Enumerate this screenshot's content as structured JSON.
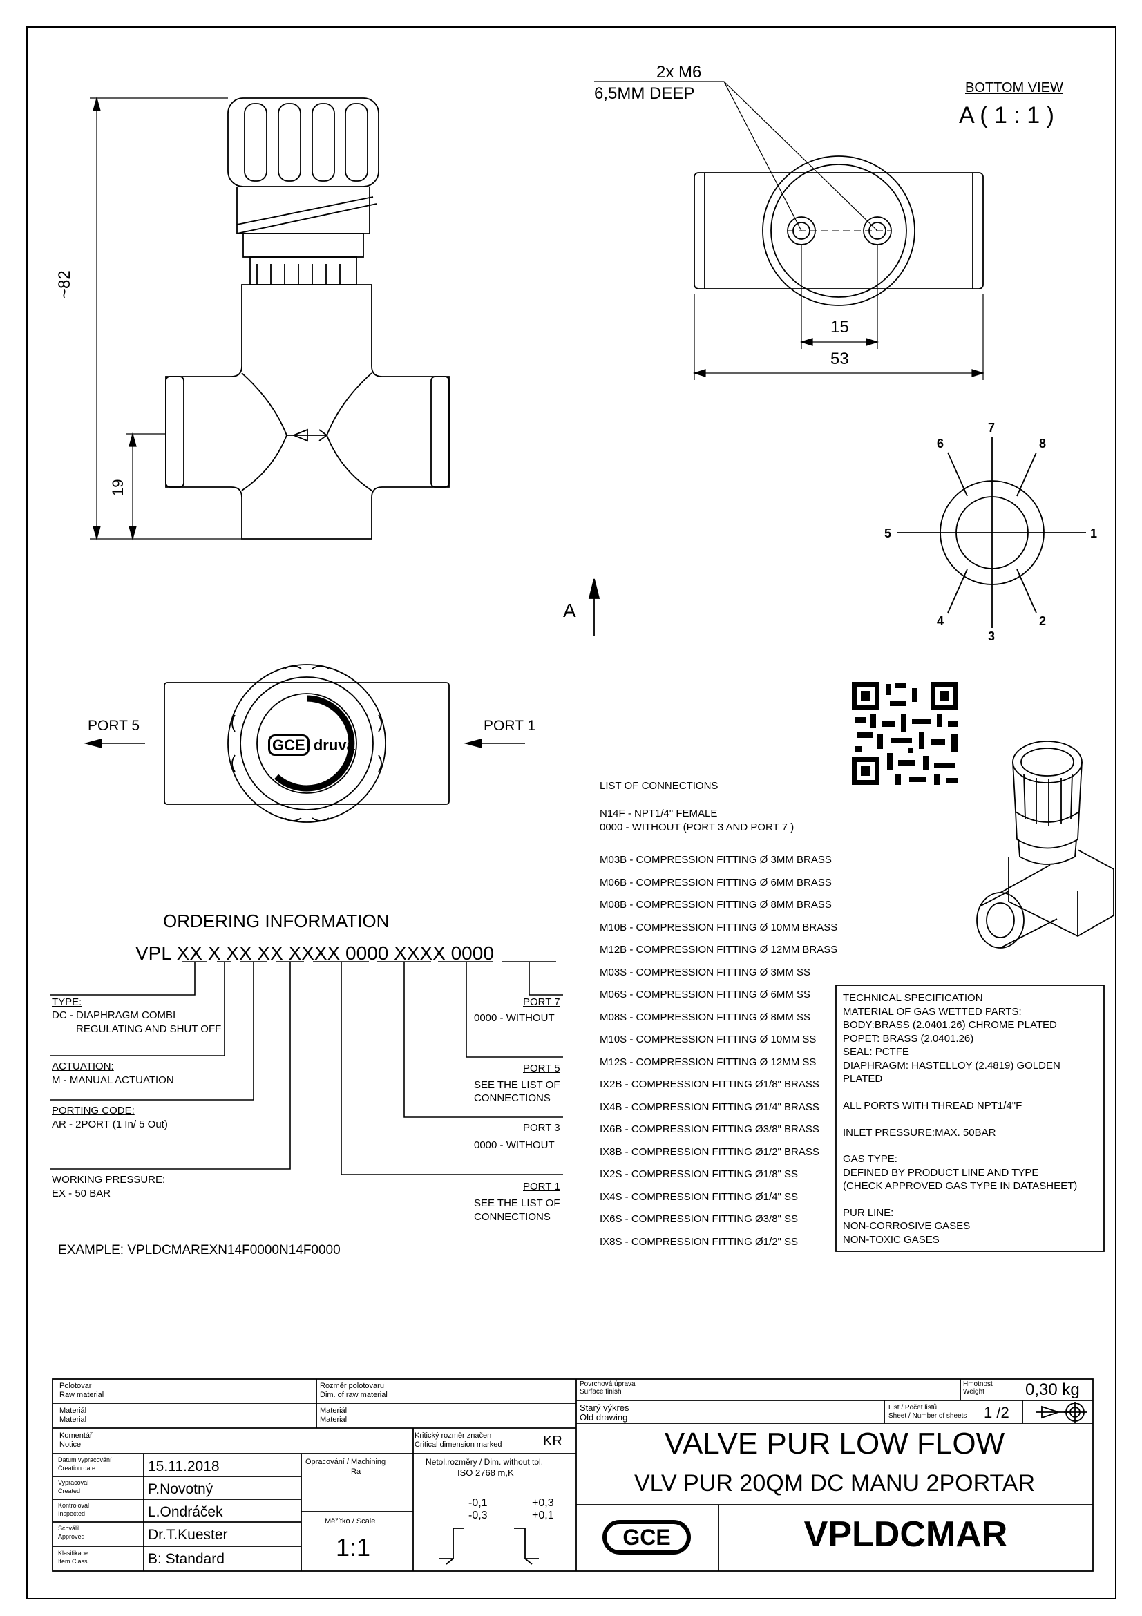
{
  "views": {
    "height_dim": "~82",
    "port_height_dim": "19",
    "thread_note_1": "2x M6",
    "thread_note_2": "6,5MM DEEP",
    "bottom_view_title": "BOTTOM VIEW",
    "bottom_view_scale": "A ( 1 : 1 )",
    "dim_inner": "15",
    "dim_outer": "53",
    "view_arrow": "A",
    "port_left": "PORT 5",
    "port_right": "PORT 1",
    "knob_brand": "druva",
    "ports": [
      "1",
      "2",
      "3",
      "4",
      "5",
      "6",
      "7",
      "8"
    ]
  },
  "ordering": {
    "title": "ORDERING INFORMATION",
    "prefix": "VPL",
    "codes": [
      "XX",
      "X",
      "XX",
      "XX",
      "XXXX",
      "0000",
      "XXXX",
      "0000"
    ],
    "type": {
      "header": "TYPE:",
      "line1": "DC - DIAPHRAGM COMBI",
      "line2": "REGULATING AND SHUT OFF"
    },
    "actuation": {
      "header": "ACTUATION:",
      "line1": "M - MANUAL ACTUATION"
    },
    "porting": {
      "header": "PORTING CODE:",
      "line1": "AR - 2PORT (1 In/ 5 Out)"
    },
    "pressure": {
      "header": "WORKING PRESSURE:",
      "line1": "EX - 50 BAR"
    },
    "port7": {
      "header": "PORT 7",
      "line1": "0000 - WITHOUT"
    },
    "port5": {
      "header": "PORT 5",
      "line1": "SEE THE LIST OF",
      "line2": "CONNECTIONS"
    },
    "port3": {
      "header": "PORT 3",
      "line1": "0000 - WITHOUT"
    },
    "port1": {
      "header": "PORT 1",
      "line1": "SEE THE LIST OF",
      "line2": "CONNECTIONS"
    },
    "example": "EXAMPLE: VPLDCMAREXN14F0000N14F0000"
  },
  "connections": {
    "title": "LIST OF CONNECTIONS",
    "top": [
      "N14F - NPT1/4\" FEMALE",
      "0000 - WITHOUT (PORT 3 AND PORT 7 )"
    ],
    "items": [
      "M03B - COMPRESSION FITTING Ø 3MM BRASS",
      "M06B - COMPRESSION FITTING Ø 6MM BRASS",
      "M08B - COMPRESSION FITTING Ø 8MM BRASS",
      "M10B - COMPRESSION FITTING Ø 10MM BRASS",
      "M12B - COMPRESSION FITTING Ø 12MM BRASS",
      "M03S - COMPRESSION FITTING Ø 3MM SS",
      "M06S - COMPRESSION FITTING Ø 6MM SS",
      "M08S - COMPRESSION FITTING Ø 8MM SS",
      "M10S - COMPRESSION FITTING Ø 10MM SS",
      "M12S - COMPRESSION FITTING Ø 12MM SS",
      "IX2B - COMPRESSION FITTING Ø1/8\" BRASS",
      "IX4B - COMPRESSION FITTING Ø1/4\" BRASS",
      "IX6B - COMPRESSION FITTING Ø3/8\" BRASS",
      "IX8B - COMPRESSION FITTING Ø1/2\" BRASS",
      "IX2S - COMPRESSION FITTING Ø1/8\" SS",
      "IX4S - COMPRESSION FITTING Ø1/4\" SS",
      "IX6S - COMPRESSION FITTING Ø3/8\" SS",
      "IX8S - COMPRESSION FITTING Ø1/2\" SS"
    ]
  },
  "tech_spec": {
    "title": "TECHNICAL SPECIFICATION",
    "lines": [
      "MATERIAL OF GAS WETTED PARTS:",
      "BODY:BRASS (2.0401.26) CHROME PLATED",
      "POPET: BRASS (2.0401.26)",
      "SEAL: PCTFE",
      "DIAPHRAGM: HASTELLOY (2.4819) GOLDEN",
      "PLATED",
      "",
      "ALL PORTS WITH THREAD NPT1/4\"F",
      "",
      "INLET PRESSURE:MAX. 50BAR",
      "",
      "GAS TYPE:",
      "DEFINED BY PRODUCT LINE AND TYPE",
      "(CHECK APPROVED GAS TYPE IN DATASHEET)",
      "",
      "PUR LINE:",
      "NON-CORROSIVE GASES",
      "NON-TOXIC GASES"
    ]
  },
  "title_block": {
    "raw_material_cz": "Polotovar",
    "raw_material_en": "Raw material",
    "dim_raw_cz": "Rozměr polotovaru",
    "dim_raw_en": "Dim. of raw material",
    "material_cz": "Materiál",
    "material_en": "Material",
    "material2_cz": "Materiál",
    "material2_en": "Material",
    "notice_cz": "Komentář",
    "notice_en": "Notice",
    "critical_cz": "Kritický rozměr značen",
    "critical_en": "Critical dimension marked",
    "critical_mark": "KR",
    "creation_cz": "Datum vypracování",
    "creation_en": "Creation date",
    "creation_date": "15.11.2018",
    "created_cz": "Vypracoval",
    "created_en": "Created",
    "created_by": "P.Novotný",
    "inspected_cz": "Kontroloval",
    "inspected_en": "Inspected",
    "inspected_by": "L.Ondráček",
    "approved_cz": "Schválil",
    "approved_en": "Approved",
    "approved_by": "Dr.T.Kuester",
    "class_cz": "Klasifikace",
    "class_en": "Item Class",
    "item_class": "B: Standard",
    "machining_cz": "Opracování / Machining",
    "machining_en": "Ra",
    "tol_cz": "Netol.rozměry / Dim. without tol.",
    "tol_en": "ISO 2768 m,K",
    "tol_neg1": "-0,1",
    "tol_neg2": "-0,3",
    "tol_pos1": "+0,3",
    "tol_pos2": "+0,1",
    "scale_label": "Měřítko / Scale",
    "scale": "1:1",
    "surface_cz": "Povrchová úprava",
    "surface_en": "Surface finish",
    "old_cz": "Starý výkres",
    "old_en": "Old drawing",
    "weight_cz": "Hmotnost",
    "weight_en": "Weight",
    "weight": "0,30 kg",
    "sheet_cz": "List / Počet listů",
    "sheet_en": "Sheet / Number of sheets",
    "sheet": "1 /2",
    "title1": "VALVE PUR LOW FLOW",
    "title2": "VLV PUR 20QM DC MANU 2PORTAR",
    "logo": "GCE",
    "part_no": "VPLDCMAR"
  }
}
